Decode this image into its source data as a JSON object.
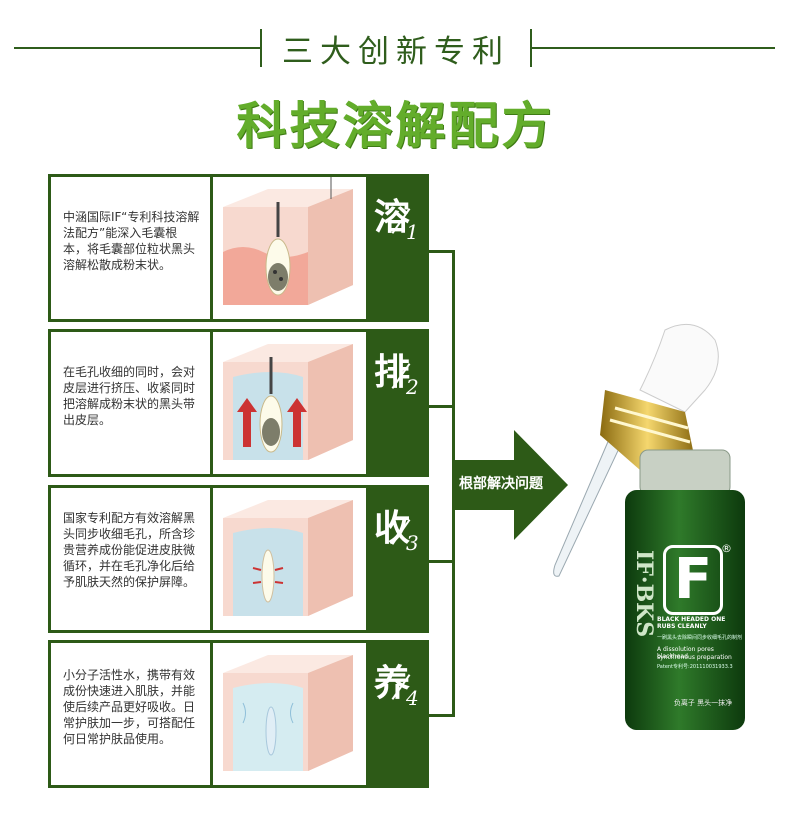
{
  "header": {
    "subtitle": "三大创新专利",
    "title": "科技溶解配方"
  },
  "steps": [
    {
      "char": "溶",
      "num": "1",
      "text": "中涵国际IF“专利科技溶解法配方”能深入毛囊根本，将毛囊部位粒状黑头溶解松散成粉末状。"
    },
    {
      "char": "排",
      "num": "2",
      "text": "在毛孔收细的同时，会对皮层进行挤压、收紧同时把溶解成粉末状的黑头带出皮层。"
    },
    {
      "char": "收",
      "num": "3",
      "text": "国家专利配方有效溶解黑头同步收细毛孔，所含珍贵营养成份能促进皮肤微循环，并在毛孔净化后给予肌肤天然的保护屏障。"
    },
    {
      "char": "养",
      "num": "4",
      "text": "小分子活性水，携带有效成份快速进入肌肤，并能使后续产品更好吸收。日常护肤加一步，可搭配任何日常护肤品使用。"
    }
  ],
  "arrow": {
    "label": "根部解决问题"
  },
  "product": {
    "logo": "F",
    "registered": "®",
    "brand_vertical": "IF·BKS",
    "line1": "BLACK HEADED ONE RUBS CLEANLY",
    "line2": "一刷黑头去除瞬间同步收细毛孔的制剂",
    "line3": "A dissolution pores blackhead",
    "line4": "synchronous preparation",
    "patent": "Patent专利号:201110031933.3",
    "bottom": "负离子 黑头一抹净"
  },
  "colors": {
    "dark_green": "#2d5a17",
    "title_green": "#63ad2b",
    "skin": "#f3b8a8"
  }
}
